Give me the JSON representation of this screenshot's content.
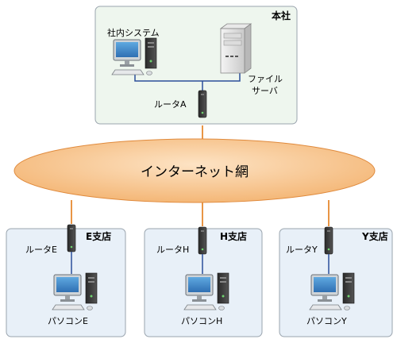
{
  "headquarters": {
    "title": "本社",
    "internal_system_label": "社内システム",
    "file_server_label_line1": "ファイル",
    "file_server_label_line2": "サーバ",
    "router_label": "ルータA"
  },
  "internet": {
    "label": "インターネット網"
  },
  "branches": [
    {
      "title": "E支店",
      "router_label": "ルータE",
      "pc_label": "パソコンE"
    },
    {
      "title": "H支店",
      "router_label": "ルータH",
      "pc_label": "パソコンH"
    },
    {
      "title": "Y支店",
      "router_label": "ルータY",
      "pc_label": "パソコンY"
    }
  ],
  "colors": {
    "hq_fill": "#eef6ee",
    "branch_fill": "#e8f0f8",
    "box_stroke": "#9aa4ae",
    "cloud_fill": "#f7c48a",
    "lan_line": "#2b4f9a",
    "wan_line": "#e89545"
  }
}
